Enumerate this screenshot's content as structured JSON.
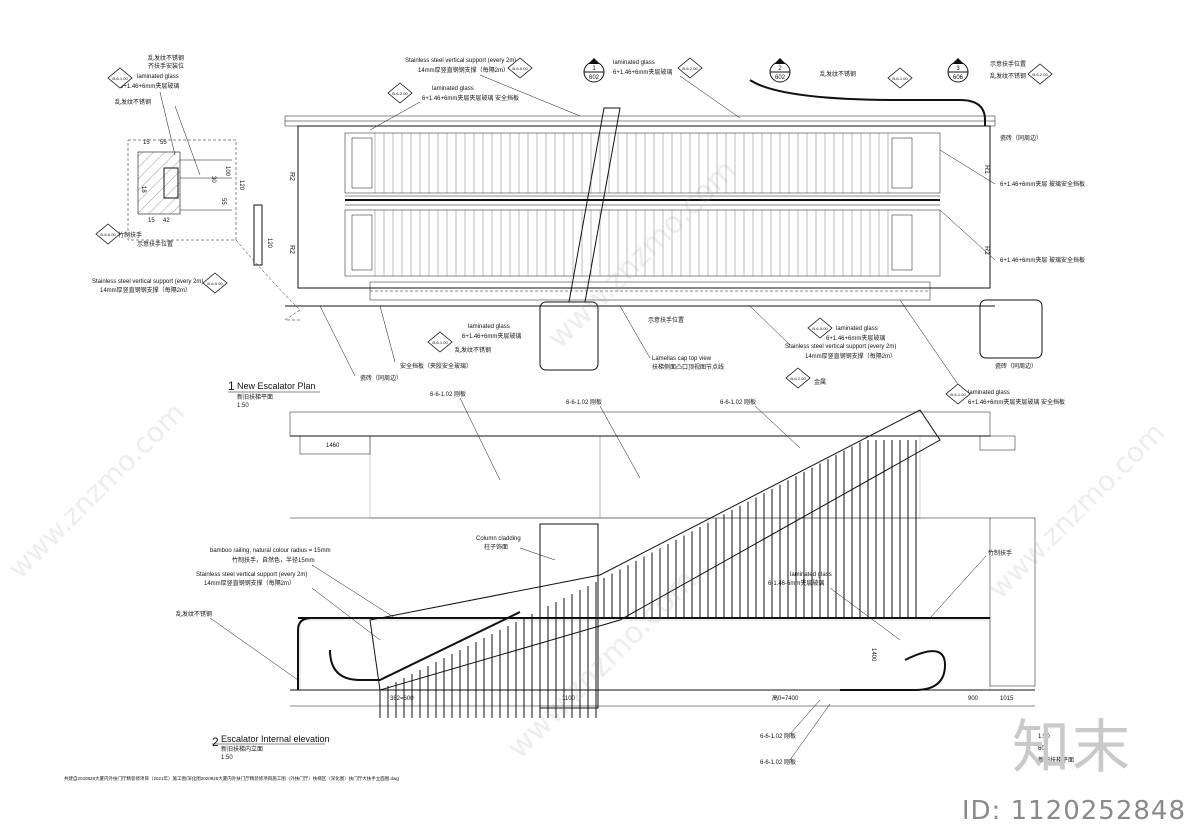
{
  "plan": {
    "number": "1",
    "title": "New Escalator Plan",
    "subtitle": "新旧扶梯平面",
    "scale": "1:50"
  },
  "elevation": {
    "number": "2",
    "title": "Escalator Internal elevation",
    "subtitle": "新旧扶梯内立面",
    "scale": "1:50"
  },
  "sections": [
    {
      "top": "1",
      "bottom": "602"
    },
    {
      "top": "2",
      "bottom": "602"
    },
    {
      "top": "3",
      "bottom": "606"
    }
  ],
  "plan_notes": {
    "stainless_support_en": "Stainless steel vertical support (every 2m)",
    "stainless_support_cn": "14mm厚竖直钢钢支撑（每隔2m）",
    "laminated_glass_en": "laminated glass",
    "laminated_glass_cn": "6+1.46+6mm夹层夹层玻璃 安全挡板",
    "laminated_glass_top_cn": "6+1.46+6mm夹层玻璃",
    "brushed_steel": "乱发纹不锈钢",
    "handrail_pos": "示意扶手位置",
    "right_glass_1": "6+1.46+6mm夹层\n玻璃安全挡板",
    "right_glass_2": "6+1.46+6mm夹层\n玻璃安全挡板",
    "stone_cn": "瓷砖（同周边）",
    "safety_panel": "安全挡板（夹胶安全玻璃）",
    "lamella_en": "Lamellas cap top view",
    "lamella_cn": "扶梯侧面凸口顶视图节点线",
    "metal_cn": "金属",
    "detail_left_top": "乱发纹不锈钢",
    "detail_left_sub": "齐扶手安装位",
    "detail_handrail": "竹制扶手",
    "detail_pos": "示意扶手位置",
    "dim_15": "15",
    "dim_55": "55",
    "dim_100": "100",
    "dim_30": "30",
    "dim_120": "120",
    "dim_55b": "55",
    "dim_42": "42",
    "dim_18": "18",
    "dim_120b": "120",
    "R2": "R2",
    "R1": "R1"
  },
  "tags": [
    "B-6-1.00",
    "B-6-2.00",
    "B-6-5.00",
    "B-6-2.00",
    "B-6-1.00",
    "B-6-2.00",
    "B-6-6.00",
    "B-6-5.00",
    "B-6-1.00",
    "B-6-2.00",
    "B-6-5.00",
    "B-6-1.00"
  ],
  "elev_notes": {
    "bamboo_en": "bamboo railing, natural colour radius = 15mm",
    "bamboo_cn": "竹制扶手，自然色，半径15mm",
    "stainless_en": "Stainless steel vertical support (every 2m)",
    "stainless_cn": "14mm厚竖直钢钢支撑（每隔2m）",
    "brushed": "乱发纹不锈钢",
    "column_en": "Column cladding",
    "column_cn": "柱子饰面",
    "laminated_en": "laminated glass",
    "laminated_cn": "6-1.46-6mm夹层玻璃",
    "bamboo_rail": "竹制扶手",
    "panel_1": "6-6-1.02 刚板",
    "panel_2": "6-6-1.02 刚板",
    "panel_3": "6-6-1.02 刚板",
    "panel_4": "6-6-1.02 刚板",
    "panel_5": "6-6-1.02 刚板",
    "dim_left": "382=600",
    "dim_1100": "1100",
    "dim_7400": "高0=7400",
    "dim_900": "900",
    "dim_1015": "1015",
    "dim_1400": "1400",
    "dim_1460": "1460",
    "ref_scale": "1:50",
    "ref_603": "603",
    "ref_cn": "新旧扶梯平面"
  },
  "footer_path": "共建自2020828大厦内外扶门厅精装修项目（2021年）施工图/深化图2020828大厦内外扶门厅精装修项目施工图（外扶门厅）扶梯区（深化图）扶门厅大扶手立面图.dwg",
  "watermark": {
    "logo_text": "知末",
    "id_text": "ID: 1120252848",
    "site": "www.znzmo.com"
  }
}
